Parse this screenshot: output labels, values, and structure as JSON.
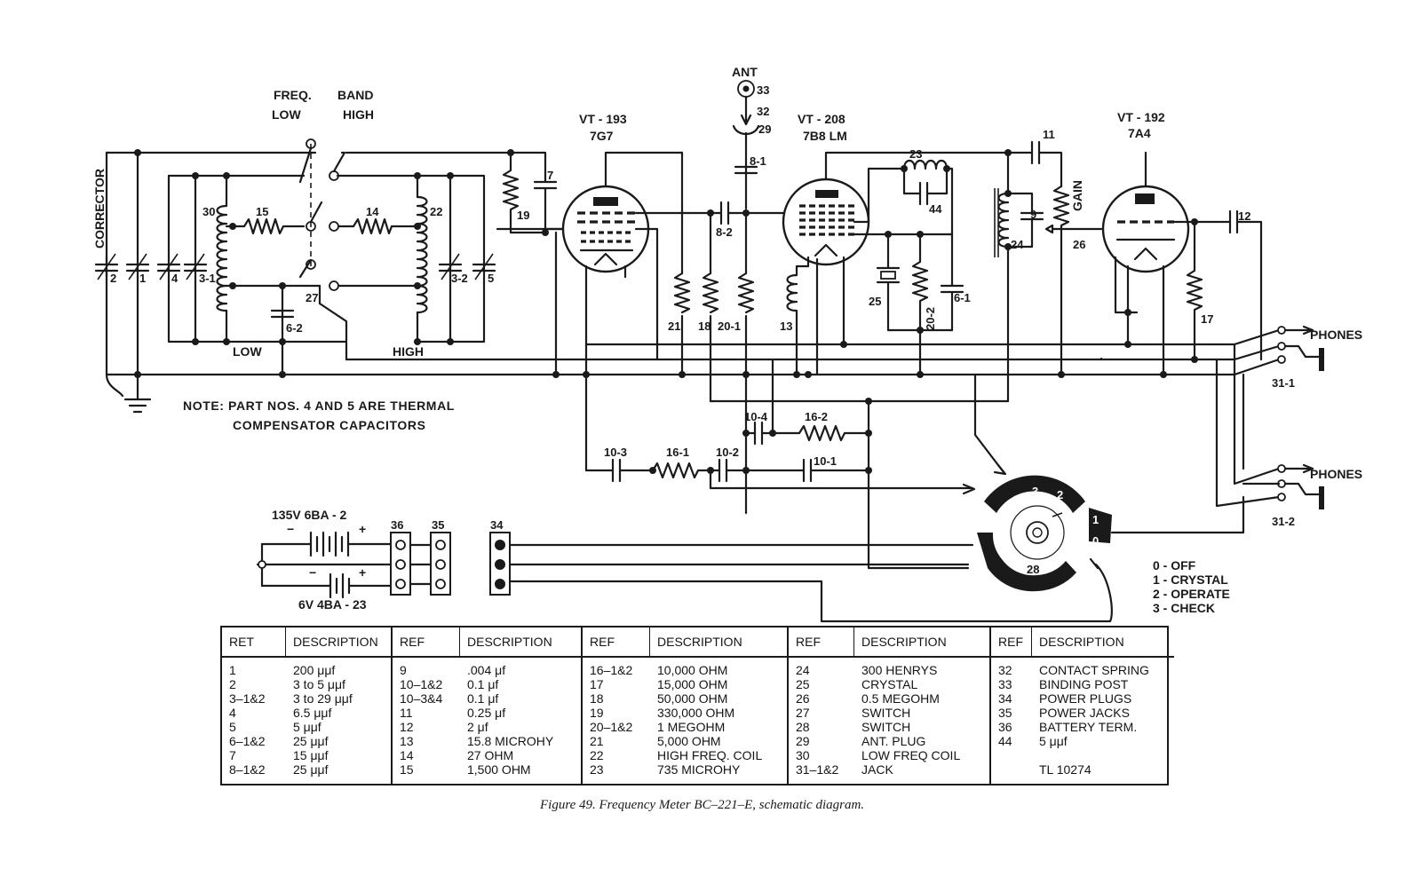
{
  "labels": {
    "freq": "FREQ.",
    "band": "BAND",
    "low_top": "LOW",
    "high_top": "HIGH",
    "corrector": "CORRECTOR",
    "ant": "ANT",
    "vt193": "VT - 193",
    "vt193_type": "7G7",
    "vt208": "VT - 208",
    "vt208_type": "7B8 LM",
    "vt192": "VT - 192",
    "vt192_type": "7A4",
    "gain": "GAIN",
    "phones_1": "PHONES",
    "phones_2": "PHONES",
    "low_bottom": "LOW",
    "high_bottom": "HIGH",
    "battery_135": "135V  6BA - 2",
    "battery_6": "6V  4BA - 23"
  },
  "part_numbers": {
    "p2": "2",
    "p1": "1",
    "p4": "4",
    "p3_1": "3-1",
    "p3_2": "3-2",
    "p5": "5",
    "p30": "30",
    "p15": "15",
    "p14": "14",
    "p22": "22",
    "p27": "27",
    "p6_2": "6-2",
    "p19": "19",
    "p7": "7",
    "p33": "33",
    "p32": "32",
    "p29": "29",
    "p8_1": "8-1",
    "p8_2": "8-2",
    "p21": "21",
    "p18": "18",
    "p20_1": "20-1",
    "p13": "13",
    "p23": "23",
    "p44": "44",
    "p25": "25",
    "p20_2": "20-2",
    "p6_1": "6-1",
    "p11": "11",
    "p9": "9",
    "p24": "24",
    "p26": "26",
    "p12": "12",
    "p17": "17",
    "p31_1": "31-1",
    "p31_2": "31-2",
    "p10_4": "10-4",
    "p16_2": "16-2",
    "p10_3": "10-3",
    "p16_1": "16-1",
    "p10_2": "10-2",
    "p10_1": "10-1",
    "p36": "36",
    "p35": "35",
    "p34": "34",
    "p28": "28",
    "sw0": "0",
    "sw1": "1",
    "sw2": "2",
    "sw3": "3"
  },
  "note": {
    "line1": "NOTE: PART NOS. 4 AND 5 ARE THERMAL",
    "line2": "COMPENSATOR CAPACITORS"
  },
  "switch_legend": [
    "0 - OFF",
    "1 - CRYSTAL",
    "2 - OPERATE",
    "3 - CHECK"
  ],
  "table": {
    "columns": [
      {
        "ref_header": "RET",
        "desc_header": "DESCRIPTION",
        "rows": [
          [
            "1",
            "200 μμf"
          ],
          [
            "2",
            "3 to 5 μμf"
          ],
          [
            "3–1&2",
            "3 to 29 μμf"
          ],
          [
            "4",
            "6.5 μμf"
          ],
          [
            "5",
            "5 μμf"
          ],
          [
            "6–1&2",
            "25 μμf"
          ],
          [
            "7",
            "15 μμf"
          ],
          [
            "8–1&2",
            "25 μμf"
          ]
        ]
      },
      {
        "ref_header": "REF",
        "desc_header": "DESCRIPTION",
        "rows": [
          [
            "9",
            ".004 μf"
          ],
          [
            "10–1&2",
            "0.1 μf"
          ],
          [
            "10–3&4",
            "0.1 μf"
          ],
          [
            "11",
            "0.25 μf"
          ],
          [
            "12",
            "2 μf"
          ],
          [
            "13",
            "15.8 MICROHY"
          ],
          [
            "14",
            "27 OHM"
          ],
          [
            "15",
            "1,500 OHM"
          ]
        ]
      },
      {
        "ref_header": "REF",
        "desc_header": "DESCRIPTION",
        "rows": [
          [
            "16–1&2",
            "10,000 OHM"
          ],
          [
            "17",
            "15,000 OHM"
          ],
          [
            "18",
            "50,000 OHM"
          ],
          [
            "19",
            "330,000 OHM"
          ],
          [
            "20–1&2",
            "1 MEGOHM"
          ],
          [
            "21",
            "5,000 OHM"
          ],
          [
            "22",
            "HIGH FREQ. COIL"
          ],
          [
            "23",
            "735 MICROHY"
          ]
        ]
      },
      {
        "ref_header": "REF",
        "desc_header": "DESCRIPTION",
        "rows": [
          [
            "24",
            "300 HENRYS"
          ],
          [
            "25",
            "CRYSTAL"
          ],
          [
            "26",
            "0.5 MEGOHM"
          ],
          [
            "27",
            "SWITCH"
          ],
          [
            "28",
            "SWITCH"
          ],
          [
            "29",
            "ANT. PLUG"
          ],
          [
            "30",
            "LOW FREQ  COIL"
          ],
          [
            "31–1&2",
            "JACK"
          ]
        ]
      },
      {
        "ref_header": "REF",
        "desc_header": "DESCRIPTION",
        "rows": [
          [
            "32",
            "CONTACT SPRING"
          ],
          [
            "33",
            "BINDING POST"
          ],
          [
            "34",
            "POWER PLUGS"
          ],
          [
            "35",
            "POWER JACKS"
          ],
          [
            "36",
            "BATTERY TERM."
          ],
          [
            "44",
            "5 μμf"
          ],
          [
            "",
            ""
          ],
          [
            "",
            "TL 10274"
          ]
        ]
      }
    ]
  },
  "caption": "Figure 49.   Frequency Meter BC–221–E, schematic diagram."
}
